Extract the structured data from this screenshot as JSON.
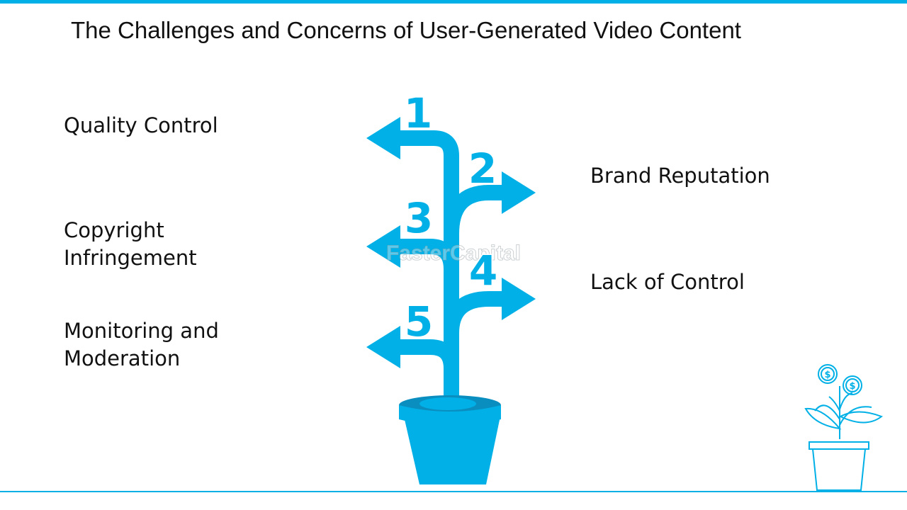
{
  "title": "The Challenges and Concerns of User-Generated Video Content",
  "items": {
    "quality_control": [
      "Quality Control"
    ],
    "brand_reputation": [
      "Brand Reputation"
    ],
    "copyright_infringement": [
      "Copyright",
      "Infringement"
    ],
    "lack_of_control": [
      "Lack of Control"
    ],
    "monitoring_moderation": [
      "Monitoring and",
      "Moderation"
    ]
  },
  "tree": {
    "numbers": [
      "1",
      "2",
      "3",
      "4",
      "5"
    ],
    "watermark": "FasterCapital"
  },
  "decoration": {
    "currency_symbol": "$"
  },
  "colors": {
    "accent": "#00b0e6",
    "pot_rim": "#0a8ec0",
    "text": "#111111"
  }
}
